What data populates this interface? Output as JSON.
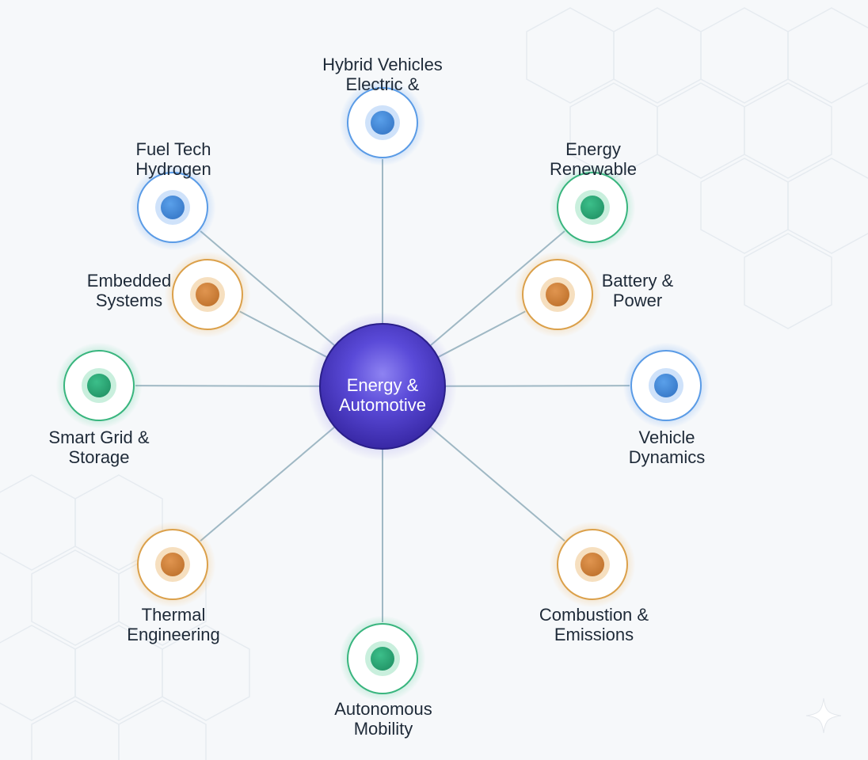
{
  "center": {
    "line1": "Energy &",
    "line2": "Automotive",
    "color": "#4a3bc8"
  },
  "nodes": [
    {
      "id": "hybrid-vehicles",
      "color": "blue",
      "label": [
        "Hybrid Vehicles",
        "Electric &"
      ]
    },
    {
      "id": "renewable-energy",
      "color": "green",
      "label": [
        "Energy",
        "Renewable"
      ]
    },
    {
      "id": "battery-power",
      "color": "orange",
      "label": [
        "Battery &",
        "Power"
      ]
    },
    {
      "id": "vehicle-dynamics",
      "color": "blue",
      "label": [
        "Vehicle",
        "Dynamics"
      ]
    },
    {
      "id": "combustion-emissions",
      "color": "orange",
      "label": [
        "Combustion &",
        "Emissions"
      ]
    },
    {
      "id": "autonomous-mobility",
      "color": "green",
      "label": [
        "Autonomous",
        "Mobility"
      ]
    },
    {
      "id": "thermal-engineering",
      "color": "orange",
      "label": [
        "Thermal",
        "Engineering"
      ]
    },
    {
      "id": "smart-grid-storage",
      "color": "green",
      "label": [
        "Smart Grid &",
        "Storage"
      ]
    },
    {
      "id": "embedded-systems",
      "color": "orange",
      "label": [
        "Embedded",
        "Systems"
      ]
    },
    {
      "id": "hydrogen-fuel-tech",
      "color": "blue",
      "label": [
        "Fuel Tech",
        "Hydrogen"
      ]
    }
  ],
  "colors": {
    "blue": "#3b82d6",
    "green": "#28a472",
    "orange": "#d08a3a",
    "connector": "#9fb8c4"
  }
}
